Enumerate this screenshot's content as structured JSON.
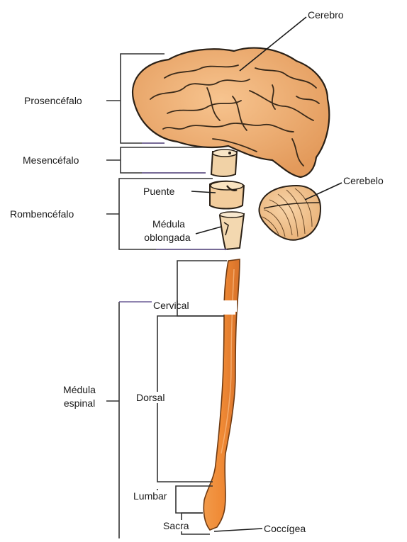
{
  "labels": {
    "cerebro": "Cerebro",
    "prosencefalo": "Prosencéfalo",
    "mesencefalo": "Mesencéfalo",
    "puente": "Puente",
    "rombencefalo": "Rombencéfalo",
    "medula_oblongada_1": "Médula",
    "medula_oblongada_2": "oblongada",
    "cerebelo": "Cerebelo",
    "cervical": "Cervical",
    "medula_espinal_1": "Médula",
    "medula_espinal_2": "espinal",
    "dorsal": "Dorsal",
    "lumbar": "Lumbar",
    "sacra": "Sacra",
    "coccigea": "Coccígea"
  },
  "colors": {
    "brain": "#eea86a",
    "brain_dark": "#c7783a",
    "spinal_cord": "#ef8a3a",
    "bracket_dark": "#333333",
    "bracket_purple": "#6b5b95"
  }
}
